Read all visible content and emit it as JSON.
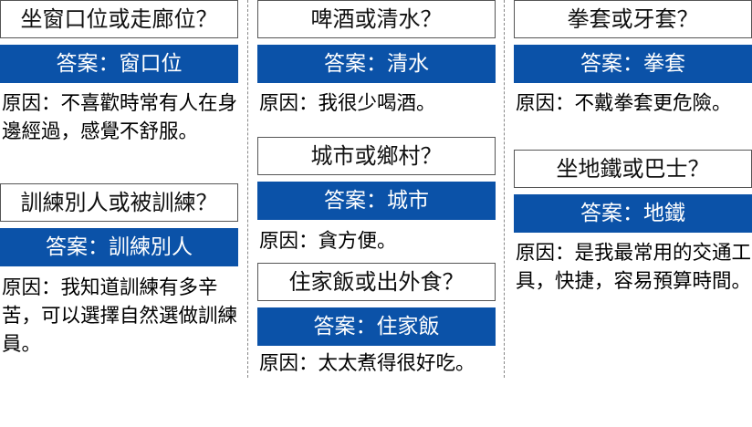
{
  "cards": [
    {
      "question": "坐窗口位或走廊位？",
      "answer": "答案：窗口位",
      "reason": "原因：不喜歡時常有人在身邊經過，感覺不舒服。"
    },
    {
      "question": "訓練別人或被訓練？",
      "answer": "答案：訓練別人",
      "reason": "原因：我知道訓練有多辛苦，可以選擇自然選做訓練員。"
    },
    {
      "question": "啤酒或清水？",
      "answer": "答案：清水",
      "reason": "原因：我很少喝酒。"
    },
    {
      "question": "城市或鄉村？",
      "answer": "答案：城市",
      "reason": "原因：貪方便。"
    },
    {
      "question": "住家飯或出外食？",
      "answer": "答案：住家飯",
      "reason": "原因：太太煮得很好吃。"
    },
    {
      "question": "拳套或牙套？",
      "answer": "答案：拳套",
      "reason": "原因：不戴拳套更危險。"
    },
    {
      "question": "坐地鐵或巴士？",
      "answer": "答案：地鐵",
      "reason": "原因：是我最常用的交通工具，快捷，容易預算時間。"
    }
  ]
}
